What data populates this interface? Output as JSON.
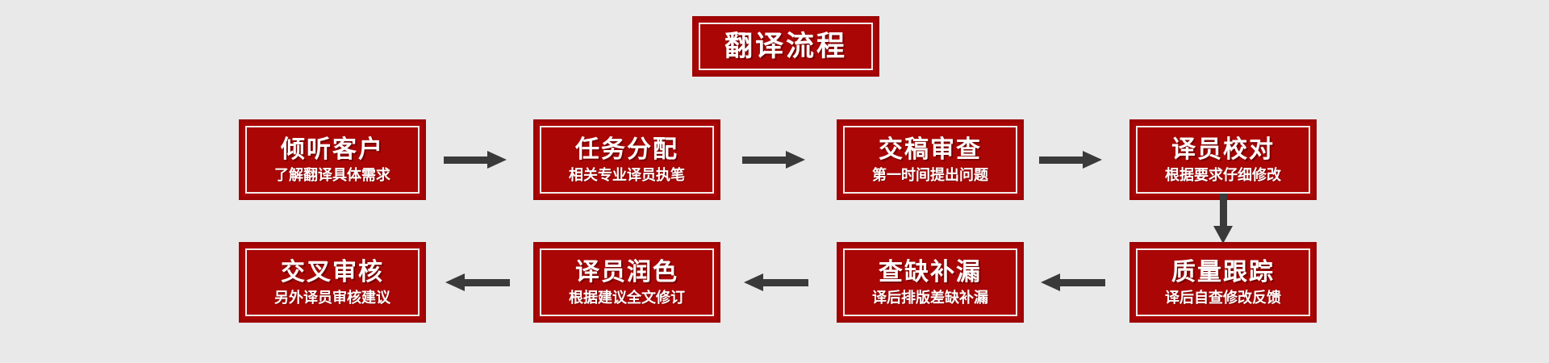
{
  "diagram": {
    "title": "翻译流程",
    "background_color": "#e9e9e9",
    "box_fill_color": "#aa0606",
    "box_border_color": "#9e0404",
    "arrow_color": "#3a3a3a",
    "text_color": "#ffffff",
    "steps": [
      {
        "id": "step-1",
        "title": "倾听客户",
        "subtitle": "了解翻译具体需求"
      },
      {
        "id": "step-2",
        "title": "任务分配",
        "subtitle": "相关专业译员执笔"
      },
      {
        "id": "step-3",
        "title": "交稿审查",
        "subtitle": "第一时间提出问题"
      },
      {
        "id": "step-4",
        "title": "译员校对",
        "subtitle": "根据要求仔细修改"
      },
      {
        "id": "step-5",
        "title": "质量跟踪",
        "subtitle": "译后自查修改反馈"
      },
      {
        "id": "step-6",
        "title": "查缺补漏",
        "subtitle": "译后排版差缺补漏"
      },
      {
        "id": "step-7",
        "title": "译员润色",
        "subtitle": "根据建议全文修订"
      },
      {
        "id": "step-8",
        "title": "交叉审核",
        "subtitle": "另外译员审核建议"
      }
    ],
    "connectors": [
      {
        "id": "arrow-1-2",
        "from": "step-1",
        "to": "step-2",
        "direction": "right"
      },
      {
        "id": "arrow-2-3",
        "from": "step-2",
        "to": "step-3",
        "direction": "right"
      },
      {
        "id": "arrow-3-4",
        "from": "step-3",
        "to": "step-4",
        "direction": "right"
      },
      {
        "id": "arrow-4-5",
        "from": "step-4",
        "to": "step-5",
        "direction": "down"
      },
      {
        "id": "arrow-5-6",
        "from": "step-5",
        "to": "step-6",
        "direction": "left"
      },
      {
        "id": "arrow-6-7",
        "from": "step-6",
        "to": "step-7",
        "direction": "left"
      },
      {
        "id": "arrow-7-8",
        "from": "step-7",
        "to": "step-8",
        "direction": "left"
      }
    ]
  }
}
